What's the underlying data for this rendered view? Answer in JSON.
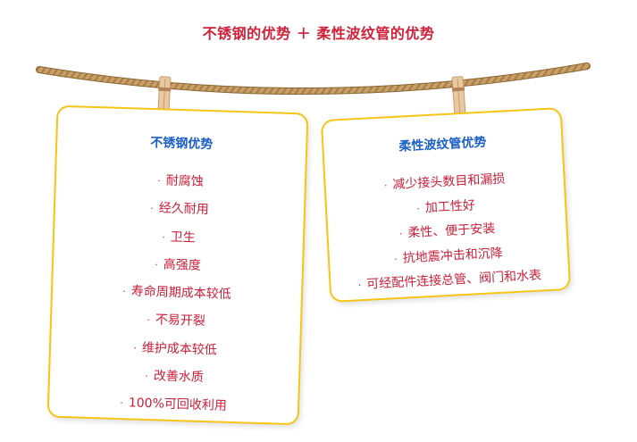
{
  "title": "不锈钢的优势 ＋ 柔性波纹管的优势",
  "colors": {
    "title": "#d0213a",
    "card_title": "#1a5ec8",
    "item_text": "#c8203a",
    "card_border": "#f5c518",
    "rope": "#c8a067",
    "clothespin": "#e9c9a2"
  },
  "left_card": {
    "title": "不锈钢优势",
    "items": [
      "耐腐蚀",
      "经久耐用",
      "卫生",
      "高强度",
      "寿命周期成本较低",
      "不易开裂",
      "维护成本较低",
      "改善水质",
      "100%可回收利用"
    ]
  },
  "right_card": {
    "title": "柔性波纹管优势",
    "items": [
      "减少接头数目和漏损",
      "加工性好",
      "柔性、便于安装",
      "抗地震冲击和沉降",
      "可经配件连接总管、阀门和水表"
    ]
  },
  "bullet_symbol": "·"
}
